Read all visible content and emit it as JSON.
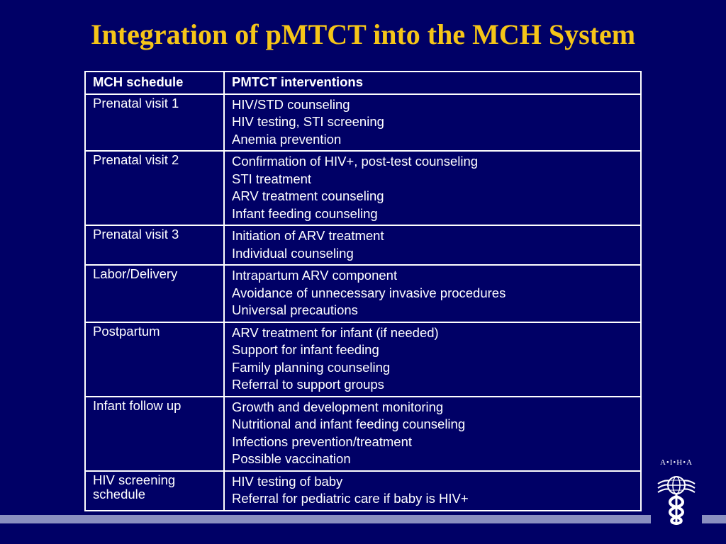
{
  "slide": {
    "title": "Integration of pMTCT into the MCH System"
  },
  "table": {
    "headers": [
      "MCH schedule",
      "PMTCT interventions"
    ],
    "rows": [
      {
        "schedule": [
          "Prenatal visit 1"
        ],
        "interventions": [
          "HIV/STD counseling",
          "HIV testing, STI screening",
          "Anemia prevention"
        ]
      },
      {
        "schedule": [
          "Prenatal visit 2"
        ],
        "interventions": [
          "Confirmation of HIV+, post-test counseling",
          "STI treatment",
          "ARV treatment counseling",
          "Infant feeding counseling"
        ]
      },
      {
        "schedule": [
          "Prenatal visit 3"
        ],
        "interventions": [
          "Initiation of ARV treatment",
          "Individual counseling"
        ]
      },
      {
        "schedule": [
          "Labor/Delivery"
        ],
        "interventions": [
          "Intrapartum ARV component",
          "Avoidance of unnecessary invasive procedures",
          "Universal precautions"
        ]
      },
      {
        "schedule": [
          "Postpartum"
        ],
        "interventions": [
          "ARV treatment for infant (if needed)",
          "Support for infant feeding",
          "Family planning counseling",
          "Referral to support groups"
        ]
      },
      {
        "schedule": [
          "Infant follow up"
        ],
        "interventions": [
          "Growth and development monitoring",
          "Nutritional and infant feeding counseling",
          "Infections prevention/treatment",
          "Possible vaccination"
        ]
      },
      {
        "schedule": [
          "HIV screening",
          "schedule"
        ],
        "interventions": [
          "HIV testing of baby",
          "Referral for pediatric care if baby is HIV+"
        ]
      }
    ]
  },
  "logo": {
    "text": "A•I•H•A",
    "icon": "globe-caduceus-icon"
  },
  "colors": {
    "background": "#000066",
    "title": "#F5C518",
    "text": "#FFFFFF",
    "bar": "#8A8FC0"
  }
}
